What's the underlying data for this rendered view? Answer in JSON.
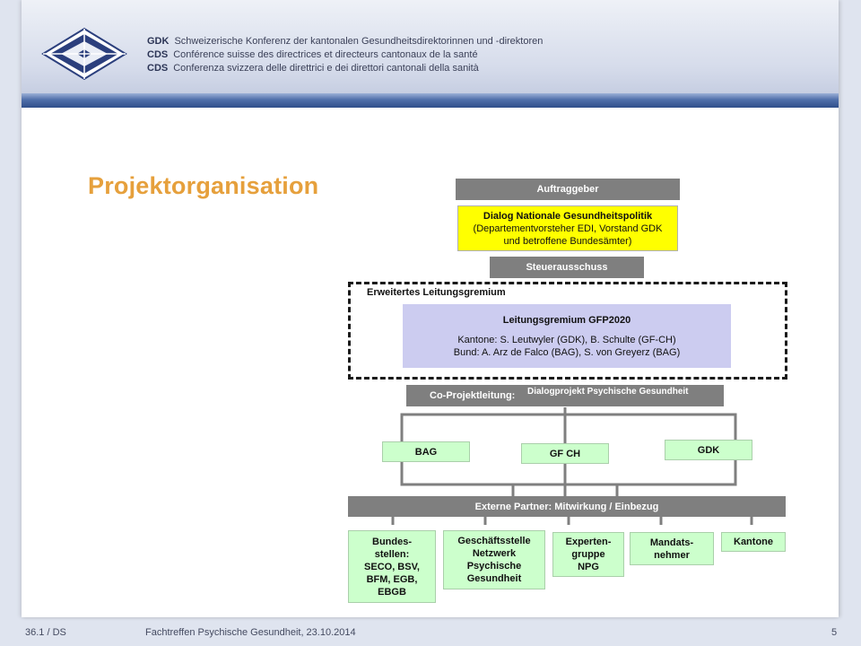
{
  "header": {
    "org_lines": [
      {
        "abbr": "GDK",
        "text": "Schweizerische Konferenz der kantonalen Gesundheitsdirektorinnen und -direktoren"
      },
      {
        "abbr": "CDS",
        "text": "Conférence suisse des directrices et directeurs cantonaux de la santé"
      },
      {
        "abbr": "CDS",
        "text": "Conferenza svizzera delle direttrici e dei direttori cantonali della sanità"
      }
    ]
  },
  "title": "Projektorganisation",
  "chart": {
    "auftraggeber": "Auftraggeber",
    "dialog": {
      "line1": "Dialog Nationale Gesundheitspolitik",
      "line2": "(Departementvorsteher EDI, Vorstand GDK",
      "line3": "und betroffene Bundesämter)"
    },
    "steuerausschuss": "Steuerausschuss",
    "erweitertes": "Erweitertes Leitungsgremium",
    "leitung": {
      "title": "Leitungsgremium GFP2020",
      "line1": "Kantone: S. Leutwyler (GDK), B. Schulte (GF-CH)",
      "line2": "Bund: A. Arz de Falco (BAG), S. von Greyerz (BAG)"
    },
    "co_projektleitung": "Co-Projektleitung:",
    "dialogprojekt": "Dialogprojekt Psychische Gesundheit",
    "bag": "BAG",
    "gfch": "GF CH",
    "gdk": "GDK",
    "externe": "Externe Partner: Mitwirkung / Einbezug",
    "bundesstellen": [
      "Bundes-",
      "stellen:",
      "SECO, BSV,",
      "BFM, EGB,",
      "EBGB"
    ],
    "geschaeftsstelle": [
      "Geschäftsstelle",
      "Netzwerk",
      "Psychische",
      "Gesundheit"
    ],
    "experten": [
      "Experten-",
      "gruppe",
      "NPG"
    ],
    "mandats": [
      "Mandats-",
      "nehmer"
    ],
    "kantone": "Kantone"
  },
  "footer": {
    "left": "36.1 / DS",
    "center": "Fachtreffen Psychische Gesundheit, 23.10.2014",
    "page": "5"
  }
}
